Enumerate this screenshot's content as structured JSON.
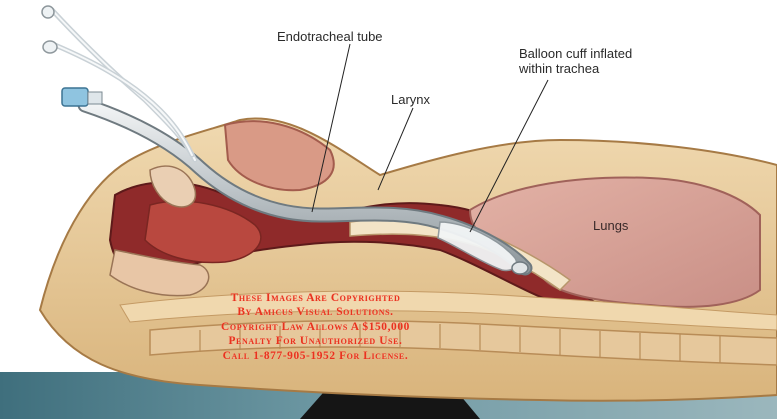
{
  "labels": {
    "endotracheal_tube": "Endotracheal tube",
    "balloon_cuff": "Balloon cuff inflated\nwithin trachea",
    "larynx": "Larynx",
    "lungs": "Lungs"
  },
  "watermark": {
    "lines": [
      "These Images Are Copyrighted",
      "By Amicus Visual Solutions.",
      "Copyright Law Allows A $150,000",
      "Penalty For Unauthorized Use.",
      "Call 1-877-905-1952 For License."
    ],
    "color": "#e8331e"
  },
  "colors": {
    "tissue": "#e9cda0",
    "tissue_dark": "#d4ad74",
    "cavity": "#9b2f2f",
    "lung": "#d9a59a",
    "tube": "#c9cfd2",
    "background": "#ffffff"
  }
}
